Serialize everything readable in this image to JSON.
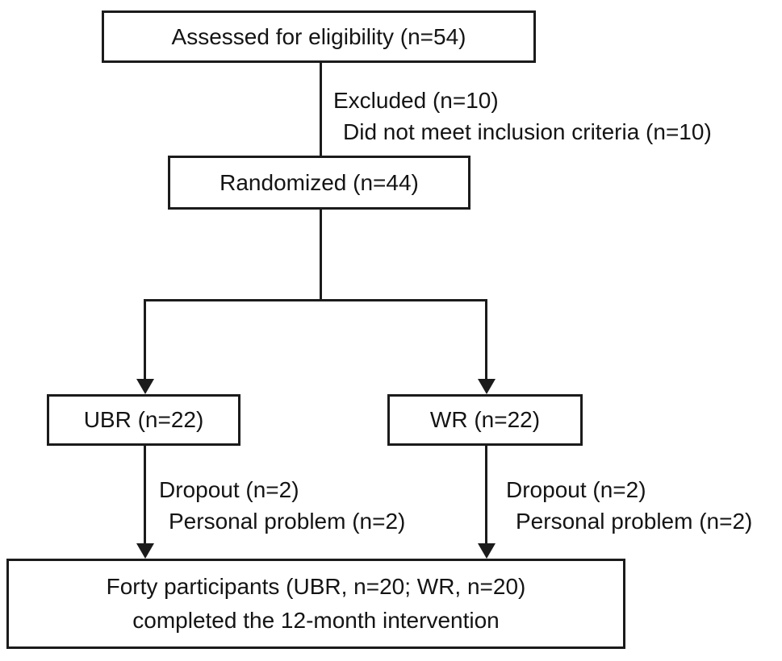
{
  "figure": {
    "colors": {
      "line": "#1b1b1b",
      "text": "#141414",
      "background": "#ffffff"
    }
  },
  "boxes": {
    "assessed": {
      "label": "Assessed for eligibility (n=54)"
    },
    "randomized": {
      "label": "Randomized (n=44)"
    },
    "ubr": {
      "label": "UBR (n=22)"
    },
    "wr": {
      "label": "WR (n=22)"
    },
    "completed": {
      "line1": "Forty participants (UBR, n=20; WR, n=20)",
      "line2": "completed the 12-month intervention"
    }
  },
  "annotations": {
    "excluded": {
      "line1": "Excluded (n=10)",
      "line2": "Did not meet inclusion criteria (n=10)"
    },
    "dropout_ubr": {
      "line1": "Dropout (n=2)",
      "line2": "Personal problem (n=2)"
    },
    "dropout_wr": {
      "line1": "Dropout (n=2)",
      "line2": "Personal problem (n=2)"
    }
  }
}
